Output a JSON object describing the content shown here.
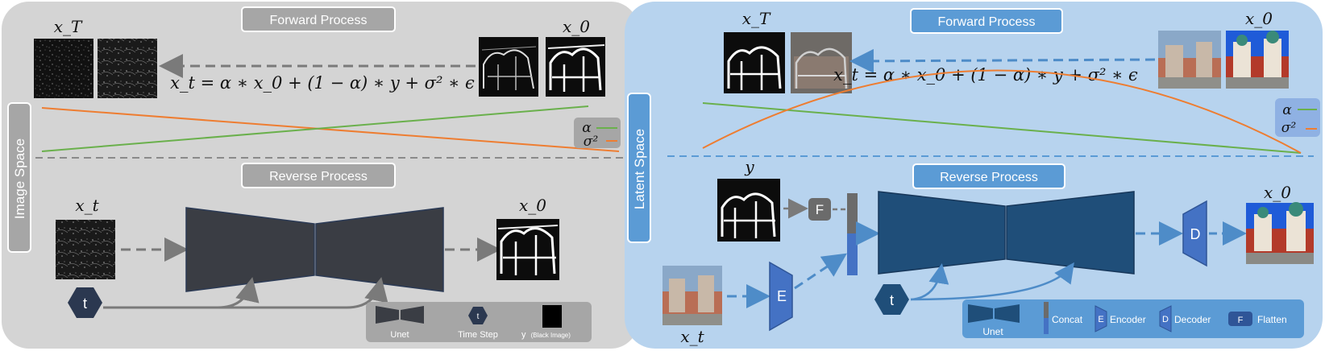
{
  "left_panel": {
    "forward_title": "Forward Process",
    "reverse_title": "Reverse Process",
    "side_label": "Image Space",
    "formula": "x_t = α ∗ x_0 + (1 − α) ∗ y + σ² ∗ ϵ",
    "x_T_label": "x_T",
    "x_0_label": "x_0",
    "x_t_label": "x_t",
    "x_0_out_label": "x_0",
    "alpha_label": "α",
    "sigma_label": "σ²",
    "timestep_glyph": "t",
    "legend": {
      "unet": "Unet",
      "timestep": "Time Step",
      "timestep_glyph": "t",
      "y_main": "y",
      "y_sub": "(Black Image)"
    },
    "colors": {
      "bg": "#d4d4d4",
      "alpha": "#6ab04c",
      "sigma": "#ee7d31",
      "title_box": "#a6a6a6",
      "block": "#3a3d44"
    }
  },
  "right_panel": {
    "forward_title": "Forward Process",
    "reverse_title": "Reverse Process",
    "side_label": "Latent Space",
    "formula": "x_t = α ∗ x_0 + (1 − α) ∗ y + σ² ∗ ϵ",
    "x_T_label": "x_T",
    "x_0_label": "x_0",
    "y_label": "y",
    "x_t_label": "x_t",
    "x_0_out_label": "x_0",
    "alpha_label": "α",
    "sigma_label": "σ²",
    "F_label": "F",
    "E_label": "E",
    "D_label": "D",
    "timestep_glyph": "t",
    "legend": {
      "unet": "Unet",
      "concat": "Concat",
      "e": "E",
      "encoder": "Encoder",
      "d": "D",
      "decoder": "Decoder",
      "f": "F",
      "flatten": "Flatten"
    },
    "colors": {
      "bg": "#b7d3ee",
      "alpha": "#6ab04c",
      "sigma": "#ee7d31",
      "title_box": "#5b9bd5",
      "block": "#1f4e79",
      "encoder": "#4472c4"
    }
  }
}
